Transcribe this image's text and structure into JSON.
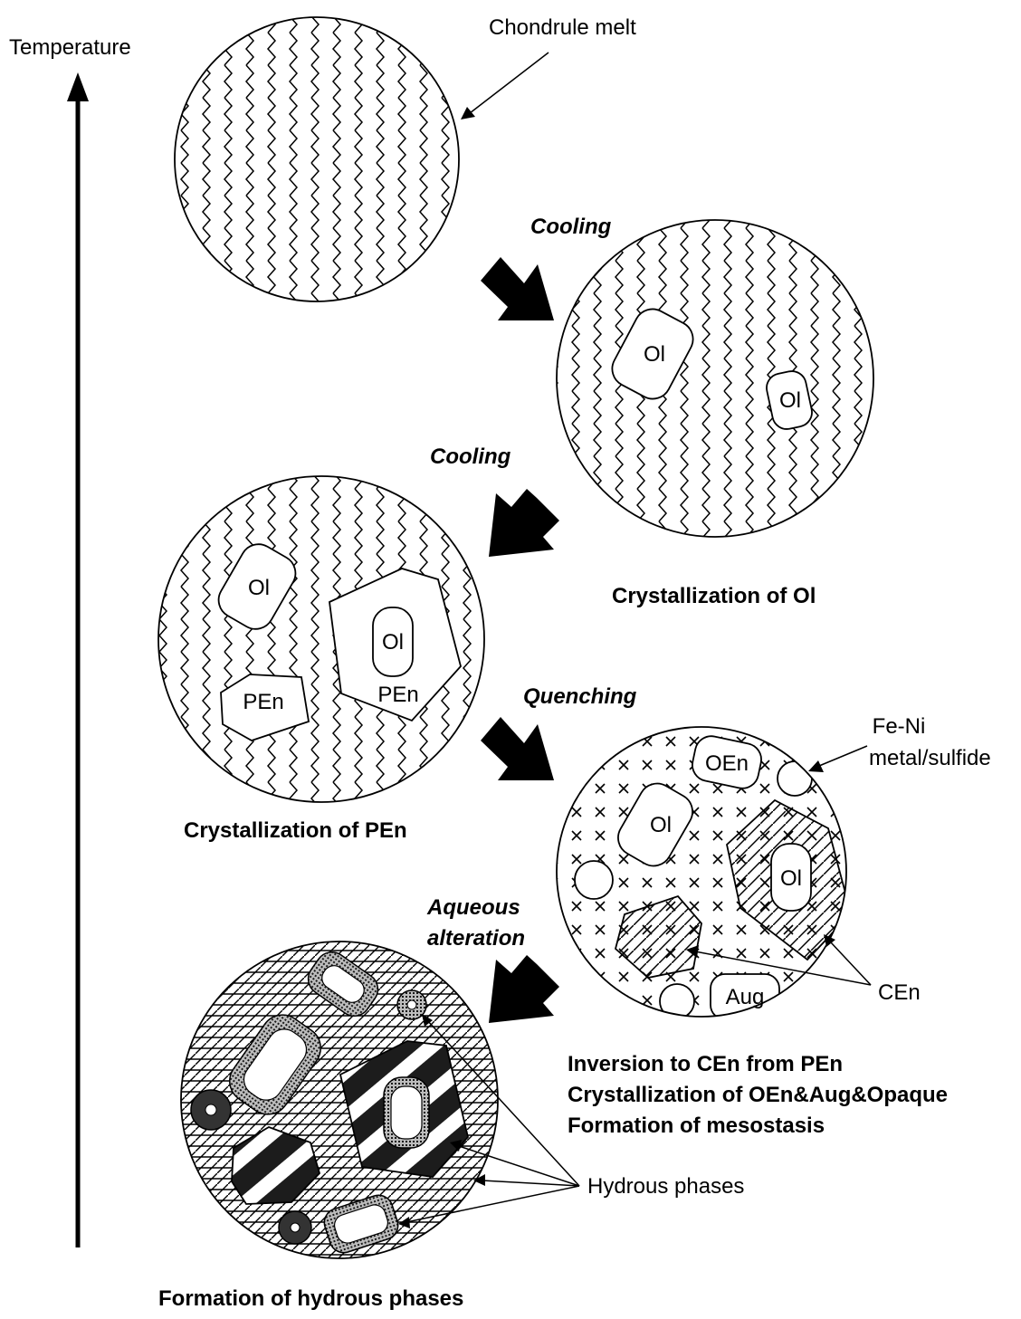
{
  "axis": {
    "label": "Temperature"
  },
  "stages": {
    "melt": {
      "callout": "Chondrule melt"
    },
    "olivine": {
      "caption": "Crystallization of Ol",
      "grains": [
        "Ol",
        "Ol"
      ]
    },
    "pen": {
      "caption": "Crystallization of PEn",
      "grains": [
        "Ol",
        "Ol",
        "PEn",
        "PEn"
      ]
    },
    "quench": {
      "grains": [
        "OEn",
        "Ol",
        "Ol",
        "Aug"
      ],
      "callout_metal_1": "Fe-Ni",
      "callout_metal_2": "metal/sulfide",
      "callout_cen": "CEn",
      "caption_lines": [
        "Inversion to CEn from PEn",
        "Crystallization of OEn&Aug&Opaque",
        "Formation of mesostasis"
      ]
    },
    "hydrous": {
      "callout": "Hydrous phases",
      "caption": "Formation of hydrous phases"
    }
  },
  "transitions": [
    {
      "label": "Cooling"
    },
    {
      "label": "Cooling"
    },
    {
      "label": "Quenching"
    },
    {
      "label_lines": [
        "Aqueous",
        "alteration"
      ]
    }
  ],
  "colors": {
    "ink": "#000000",
    "paper": "#ffffff"
  }
}
